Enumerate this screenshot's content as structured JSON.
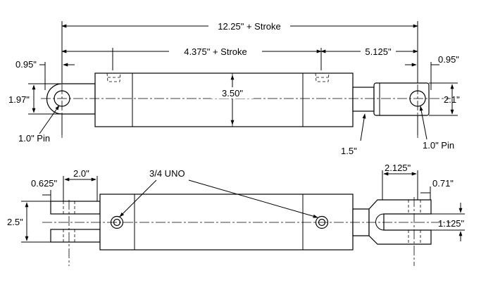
{
  "labels": {
    "overall_length": "12.25\" + Stroke",
    "tube_length": "4.375\" + Stroke",
    "rod_end_length": "5.125\"",
    "base_pin_offset": "0.95\"",
    "rod_pin_offset": "0.95\"",
    "base_clevis_height": "1.97\"",
    "bore": "3.50\"",
    "rod_clevis_height": "2.1\"",
    "base_pin": "1.0\" Pin",
    "rod_diameter": "1.5\"",
    "rod_pin": "1.0\" Pin",
    "clevis_slot_width": "0.625\"",
    "clevis_depth": "2.0\"",
    "port": "3/4 UNO",
    "rod_clevis_depth": "2.125\"",
    "rod_clevis_gap": "0.71\"",
    "base_clevis_width": "2.5\"",
    "rod_clevis_width": "1.125\""
  }
}
